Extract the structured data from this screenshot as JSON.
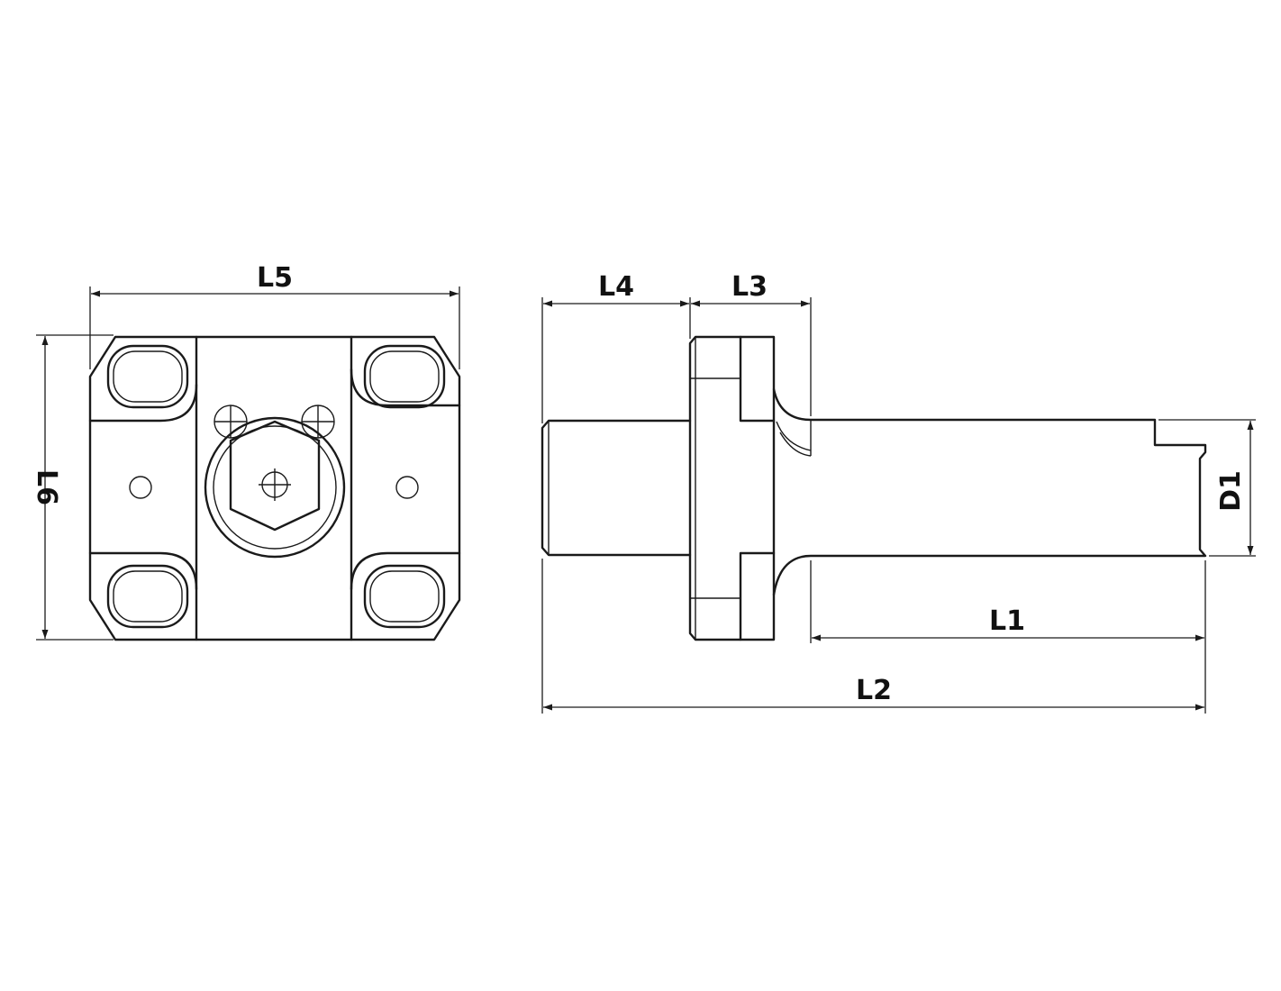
{
  "diagram": {
    "dimension_labels": {
      "l1": "L1",
      "l2": "L2",
      "l3": "L3",
      "l4": "L4",
      "l5": "L5",
      "l6": "L6",
      "d1": "D1"
    },
    "line_color": "#1a1a1a",
    "background_color": "#ffffff"
  }
}
